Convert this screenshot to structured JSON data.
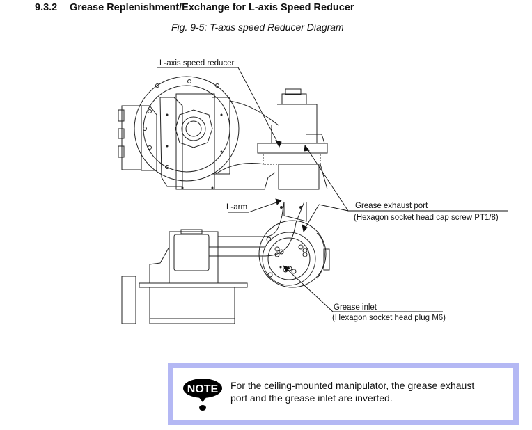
{
  "section": {
    "number": "9.3.2",
    "title": "Grease Replenishment/Exchange for L-axis Speed Reducer"
  },
  "figure": {
    "caption": "Fig. 9-5: T-axis speed Reducer Diagram",
    "labels": {
      "l_axis_reducer": "L-axis speed reducer",
      "l_arm": "L-arm",
      "exhaust_port": "Grease exhaust port",
      "exhaust_port_detail": "(Hexagon socket head cap screw PT1/8)",
      "inlet": "Grease inlet",
      "inlet_detail": "(Hexagon socket head plug M6)"
    }
  },
  "note": {
    "icon_text": "NOTE",
    "line1": "For the ceiling-mounted manipulator, the grease exhaust",
    "line2": "port and the grease inlet are inverted.",
    "border_color": "#b4b8f4"
  }
}
